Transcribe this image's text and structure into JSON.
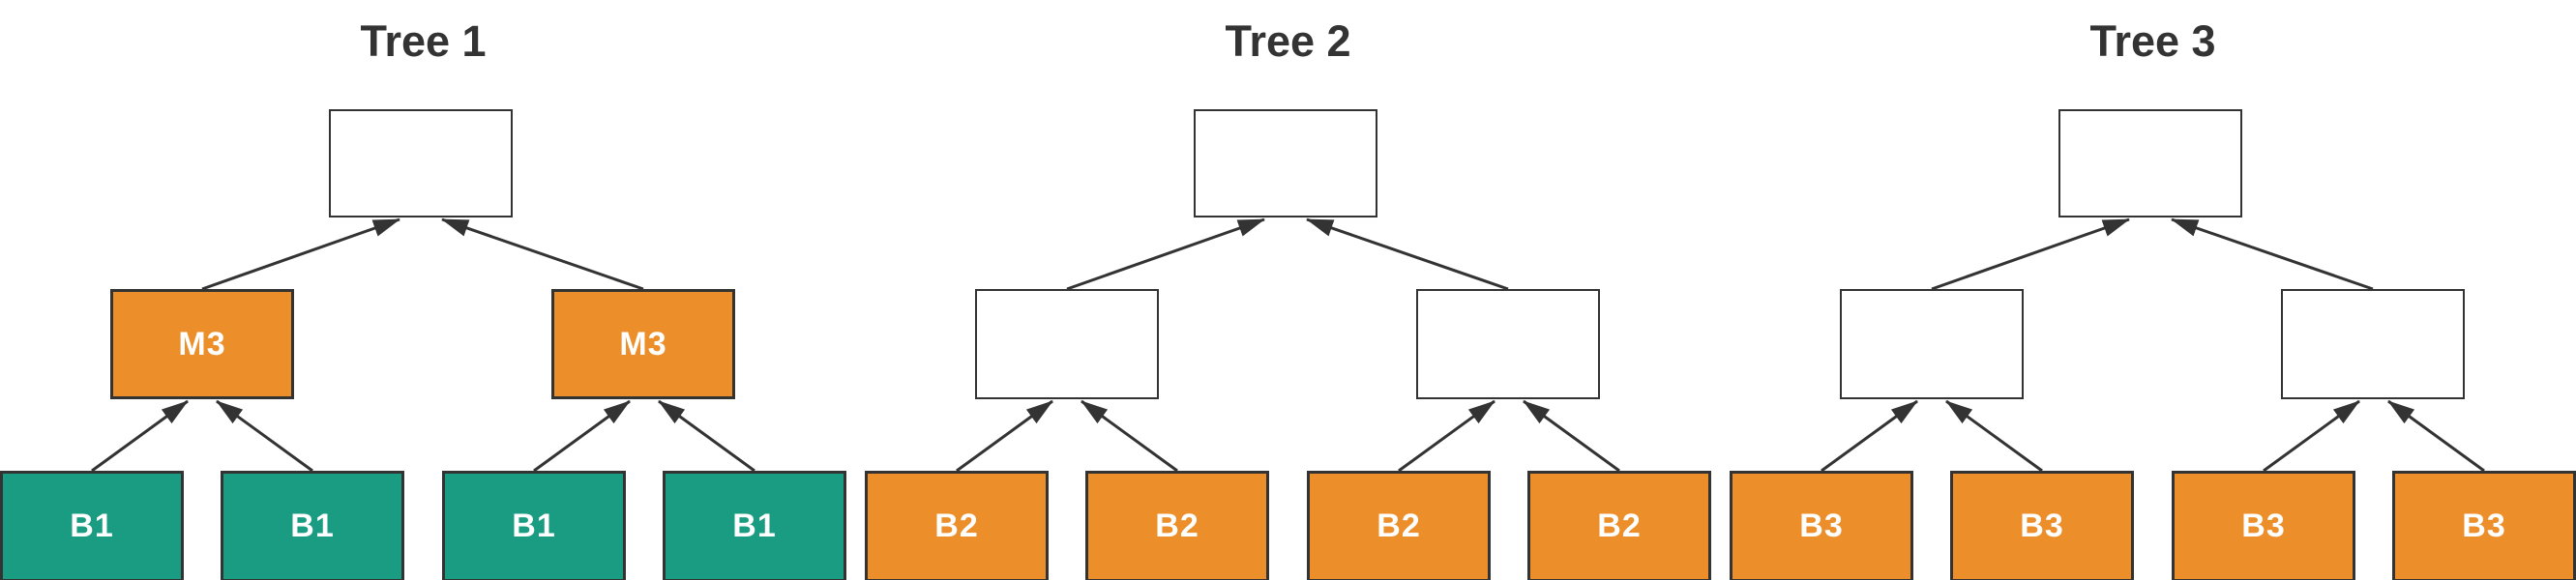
{
  "colors": {
    "orange": "#EC8F2A",
    "teal": "#199C82",
    "border": "#333333",
    "arrow": "#333333",
    "title_text": "#333333",
    "label_text": "#ffffff",
    "node_white": "#ffffff",
    "background": "#ffffff"
  },
  "trees": [
    {
      "title": "Tree 1",
      "root": {
        "label": "",
        "color": "white"
      },
      "mids": [
        {
          "label": "M3",
          "color": "orange"
        },
        {
          "label": "M3",
          "color": "orange"
        }
      ],
      "leaves": [
        {
          "label": "B1",
          "color": "teal"
        },
        {
          "label": "B1",
          "color": "teal"
        },
        {
          "label": "B1",
          "color": "teal"
        },
        {
          "label": "B1",
          "color": "teal"
        }
      ]
    },
    {
      "title": "Tree 2",
      "root": {
        "label": "",
        "color": "white"
      },
      "mids": [
        {
          "label": "",
          "color": "white"
        },
        {
          "label": "",
          "color": "white"
        }
      ],
      "leaves": [
        {
          "label": "B2",
          "color": "orange"
        },
        {
          "label": "B2",
          "color": "orange"
        },
        {
          "label": "B2",
          "color": "orange"
        },
        {
          "label": "B2",
          "color": "orange"
        }
      ]
    },
    {
      "title": "Tree 3",
      "root": {
        "label": "",
        "color": "white"
      },
      "mids": [
        {
          "label": "",
          "color": "white"
        },
        {
          "label": "",
          "color": "white"
        }
      ],
      "leaves": [
        {
          "label": "B3",
          "color": "orange"
        },
        {
          "label": "B3",
          "color": "orange"
        },
        {
          "label": "B3",
          "color": "orange"
        },
        {
          "label": "B3",
          "color": "orange"
        }
      ]
    }
  ]
}
